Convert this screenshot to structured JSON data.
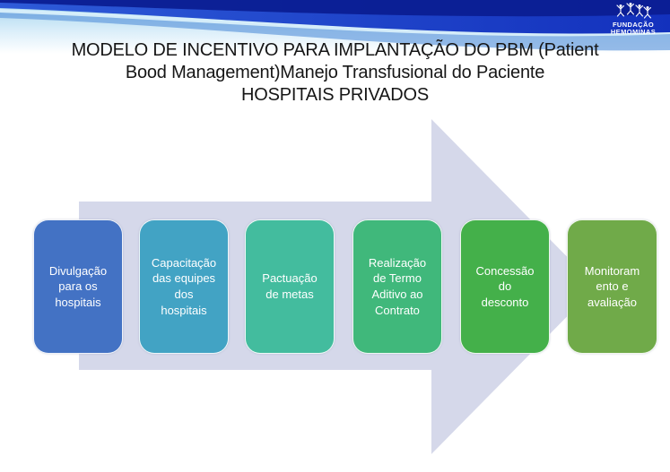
{
  "title": "MODELO DE INCENTIVO PARA IMPLANTAÇÃO DO PBM (Patient\nBood Management)Manejo Transfusional do Paciente\nHOSPITAIS PRIVADOS",
  "logo": {
    "line1": "FUNDAÇÃO",
    "line2": "HEMOMINAS"
  },
  "process": {
    "arrow_color": "#d5d8ea",
    "steps": [
      {
        "label": "Divulgação\npara os\nhospitais",
        "color": "#4372c4"
      },
      {
        "label": "Capacitação\ndas equipes\ndos\nhospitais",
        "color": "#42a3c4"
      },
      {
        "label": "Pactuação\nde metas",
        "color": "#43bc9e"
      },
      {
        "label": "Realização\nde Termo\nAditivo ao\nContrato",
        "color": "#40b87b"
      },
      {
        "label": "Concessão\ndo\ndesconto",
        "color": "#44b04a"
      },
      {
        "label": "Monitoram\nento e\navaliação",
        "color": "#70aa49"
      }
    ]
  },
  "header_colors": {
    "navy": "#0b1d92",
    "royal_blue_start": "#2e5bd8",
    "royal_blue_end": "#1331bd",
    "light_streak": "#d8effa",
    "mid_blue": "#5d97dc",
    "pale_blue": "#9fd2ec"
  }
}
